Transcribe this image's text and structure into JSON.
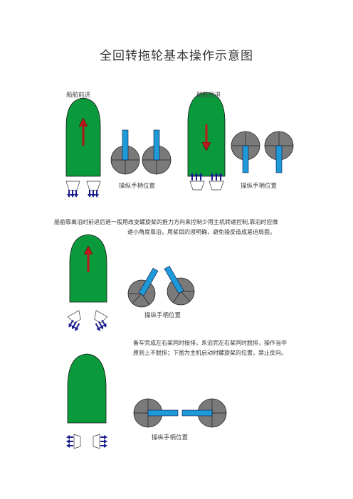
{
  "title": "全回转拖轮基本操作示意图",
  "section1": {
    "forward_label": "船舶前进",
    "backward_label": "船舶后退",
    "handle_label_left": "操纵手柄位置",
    "handle_label_right": "操纵手柄位置"
  },
  "section2": {
    "note_line1": "船舶靠离泊时前进后退一般用改变螺旋桨的推力方向来控制少用主机转速控制,靠泊时应微",
    "note_line2": "速小角度靠泊，用桨目的须明确，避免操反造成紧迫局面。",
    "handle_label": "操纵手柄位置"
  },
  "section3": {
    "note_line1": "备车完成左右桨同时接排，系泊完左右桨同时脱排，操作当中",
    "note_line2": "原则上不脱排；下图为主机启动时螺旋桨的位置，禁止反向。",
    "handle_label": "操纵手柄位置"
  },
  "colors": {
    "hull": "#0a9a3c",
    "arrow": "#c0191c",
    "handle": "#1e9ad8",
    "dial": "#7a7a7a",
    "thrust": "#1a1e8c"
  }
}
